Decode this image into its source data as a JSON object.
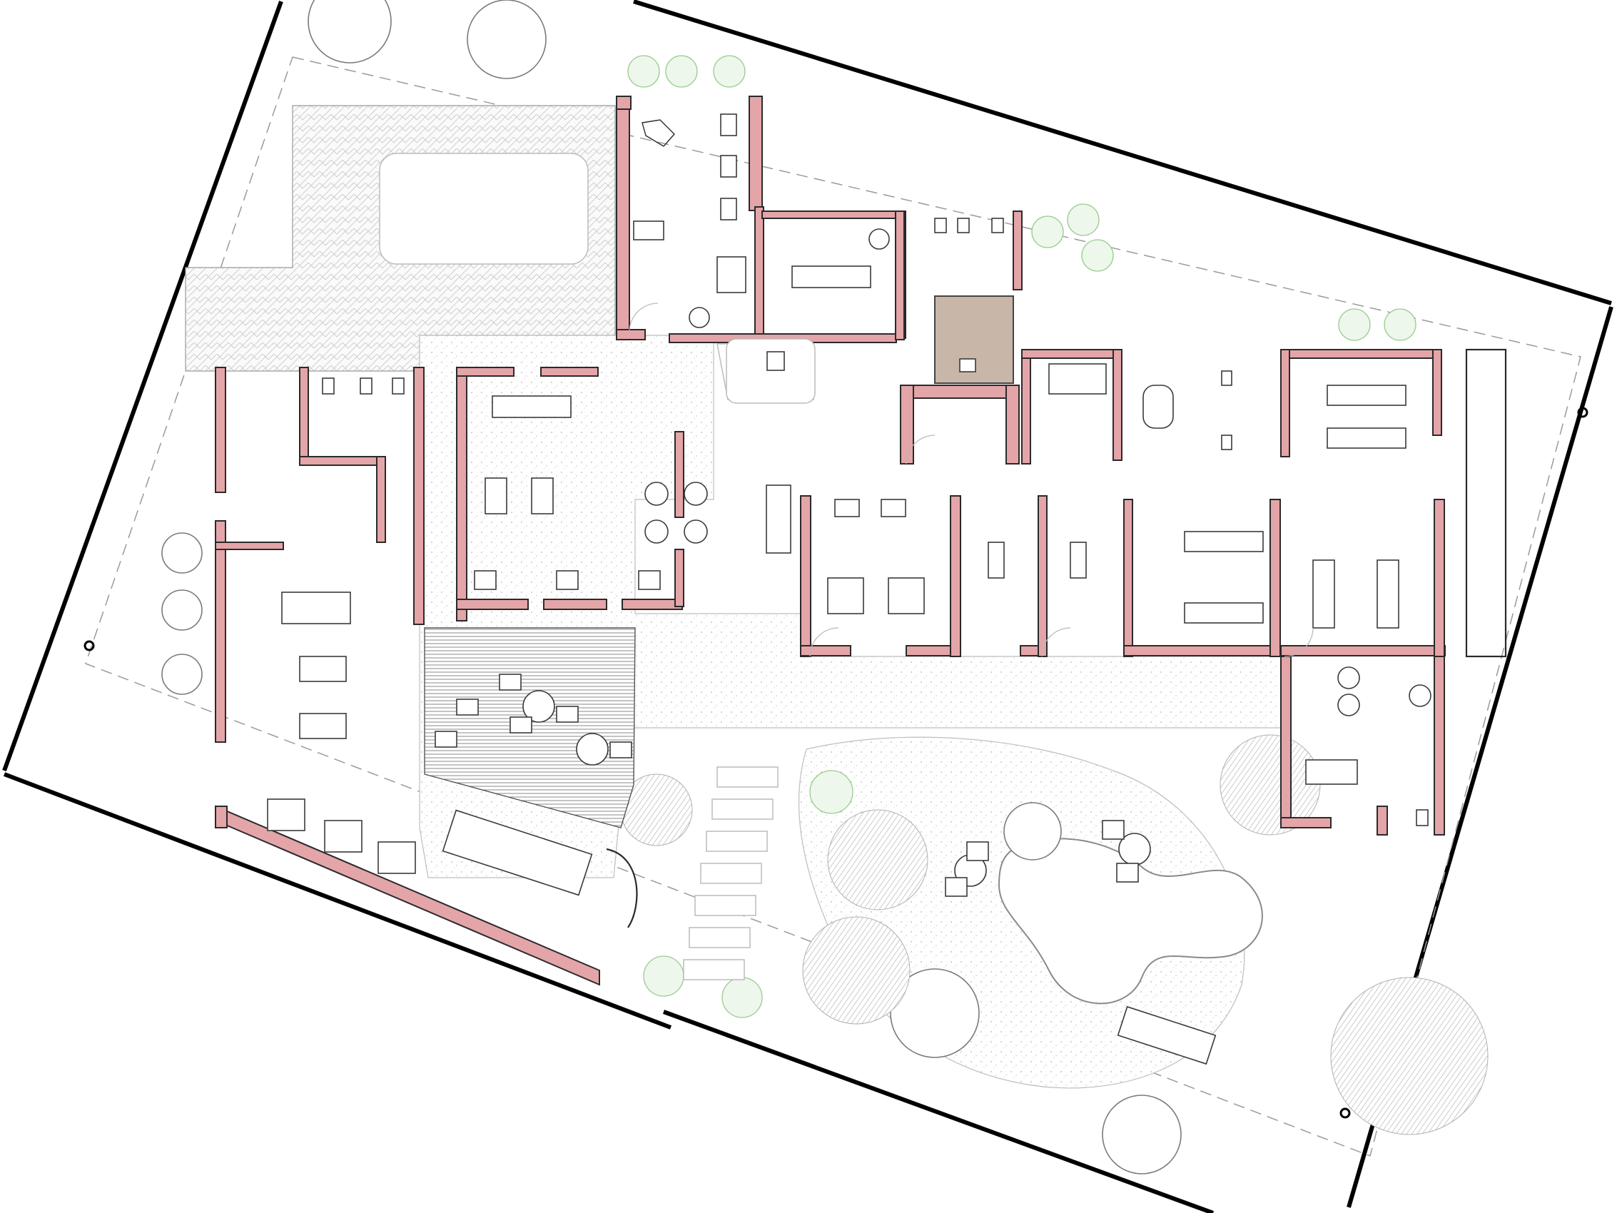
{
  "drawing": {
    "type": "architectural site floor plan",
    "text_labels": [],
    "colors": {
      "wall_fill": "#e4a5a8",
      "line_work": "#2a2a2a",
      "vegetation": "#9acb90",
      "accent_room": "#c8b7a8",
      "background": "#ffffff"
    }
  },
  "elements": {
    "site_boundary": "site-boundary",
    "building": "clinic-building",
    "landscape": [
      "parking-court",
      "terrace-deck",
      "garden-pool",
      "trees",
      "shrubs"
    ],
    "icons": [
      "bed-icon",
      "armchair-icon",
      "toilet-icon",
      "desk-icon",
      "plant-icon",
      "table-icon",
      "sofa-icon"
    ]
  }
}
